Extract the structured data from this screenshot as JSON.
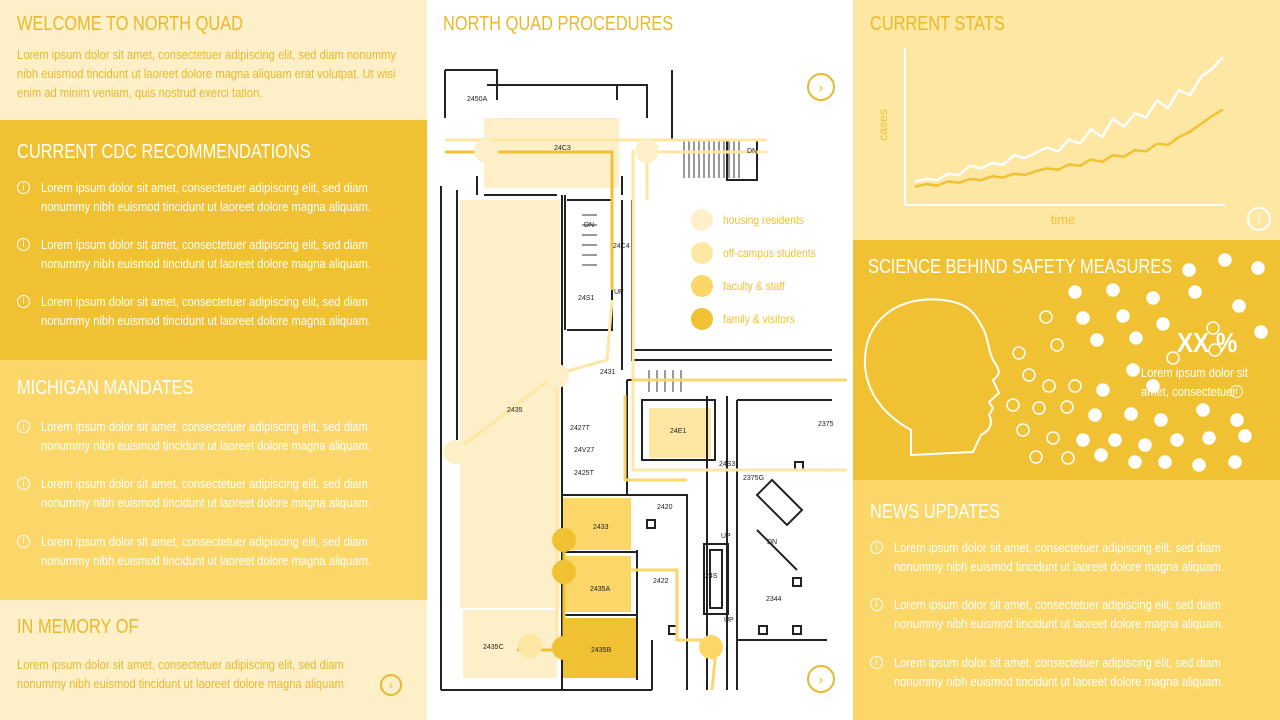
{
  "welcome": {
    "title": "WELCOME TO NORTH QUAD",
    "text": "Lorem ipsum dolor sit amet, consectetuer adipiscing elit, sed diam nonummy nibh euismod tincidunt ut laoreet dolore magna aliquam erat volutpat. Ut wisi enim ad minim veniam, quis nostrud exerci tation."
  },
  "cdc": {
    "title": "CURRENT CDC RECOMMENDATIONS",
    "items": [
      "Lorem ipsum dolor sit amet, consectetuer adipiscing elit, sed diam nonummy nibh euismod tincidunt ut laoreet dolore magna aliquam.",
      "Lorem ipsum dolor sit amet, consectetuer adipiscing elit, sed diam nonummy nibh euismod tincidunt ut laoreet dolore magna aliquam.",
      "Lorem ipsum dolor sit amet, consectetuer adipiscing elit, sed diam nonummy nibh euismod tincidunt ut laoreet dolore magna aliquam."
    ]
  },
  "mandates": {
    "title": "MICHIGAN MANDATES",
    "items": [
      "Lorem ipsum dolor sit amet, consectetuer adipiscing elit, sed diam nonummy nibh euismod tincidunt ut laoreet dolore magna aliquam.",
      "Lorem ipsum dolor sit amet, consectetuer adipiscing elit, sed diam nonummy nibh euismod tincidunt ut laoreet dolore magna aliquam.",
      "Lorem ipsum dolor sit amet, consectetuer adipiscing elit, sed diam nonummy nibh euismod tincidunt ut laoreet dolore magna aliquam."
    ]
  },
  "memory": {
    "title": "IN MEMORY OF",
    "text": "Lorem ipsum dolor sit amet, consectetuer adipiscing elit, sed diam nonummy nibh euismod tincidunt ut laoreet dolore magna aliquam"
  },
  "procedures": {
    "title": "NORTH QUAD PROCEDURES",
    "legend": [
      {
        "label": "housing residents",
        "color": "#fdefc8"
      },
      {
        "label": "off-campus students",
        "color": "#fde7a3"
      },
      {
        "label": "faculty & staff",
        "color": "#fbd76a"
      },
      {
        "label": "family & visitors",
        "color": "#f0c233"
      }
    ],
    "rooms": {
      "r2450a": "2450A",
      "r24c3": "24C3",
      "r24c4": "24C4",
      "r24s1": "24S1",
      "r2435": "2435",
      "r2427t": "2427T",
      "r24v27": "24V27",
      "r2425t": "2425T",
      "r24e1": "24E1",
      "r2433": "2433",
      "r2435a": "2435A",
      "r2435c": "2435C",
      "r2435b": "2435B",
      "r2420": "2420",
      "r2422": "2422",
      "r24s3": "24S3",
      "r2375g": "2375G",
      "r2344": "2344",
      "r2375": "2375",
      "r24s": "24S",
      "dn1": "DN",
      "dn2": "DN",
      "dn3": "DN",
      "up1": "UP",
      "up2": "UP",
      "up3": "UP",
      "r2431": "2431"
    }
  },
  "stats": {
    "title": "CURRENT STATS",
    "xlabel": "time",
    "ylabel": "cases"
  },
  "chart_data": {
    "type": "line",
    "title": "CURRENT STATS",
    "xlabel": "time",
    "ylabel": "cases",
    "x": [
      0,
      1,
      2,
      3,
      4,
      5,
      6,
      7,
      8,
      9,
      10,
      11,
      12,
      13,
      14,
      15,
      16,
      17,
      18,
      19,
      20,
      21,
      22,
      23,
      24,
      25,
      26,
      27,
      28
    ],
    "series": [
      {
        "color": "#ffffff",
        "values": [
          8,
          10,
          9,
          14,
          13,
          20,
          18,
          22,
          21,
          28,
          26,
          30,
          34,
          31,
          40,
          37,
          48,
          42,
          56,
          50,
          60,
          57,
          70,
          64,
          78,
          74,
          88,
          94,
          103
        ]
      },
      {
        "color": "#f0c233",
        "values": [
          4,
          6,
          5,
          8,
          7,
          10,
          9,
          12,
          11,
          14,
          13,
          16,
          18,
          17,
          21,
          20,
          25,
          23,
          28,
          27,
          32,
          31,
          37,
          36,
          42,
          46,
          52,
          58,
          63
        ]
      }
    ]
  },
  "science": {
    "title": "SCIENCE BEHIND SAFETY MEASURES",
    "percent": "XX %",
    "text": "Lorem ipsum dolor sit amet, consectetuer"
  },
  "news": {
    "title": "NEWS UPDATES",
    "items": [
      "Lorem ipsum dolor sit amet, consectetuer adipiscing elit, sed diam nonummy nibh euismod tincidunt ut laoreet dolore magna aliquam.",
      "Lorem ipsum dolor sit amet, consectetuer adipiscing elit, sed diam nonummy nibh euismod tincidunt ut laoreet dolore magna aliquam.",
      "Lorem ipsum dolor sit amet, consectetuer adipiscing elit, sed diam nonummy nibh euismod tincidunt ut laoreet dolore magna aliquam."
    ]
  },
  "icons": {
    "info": "i",
    "next": "›"
  }
}
